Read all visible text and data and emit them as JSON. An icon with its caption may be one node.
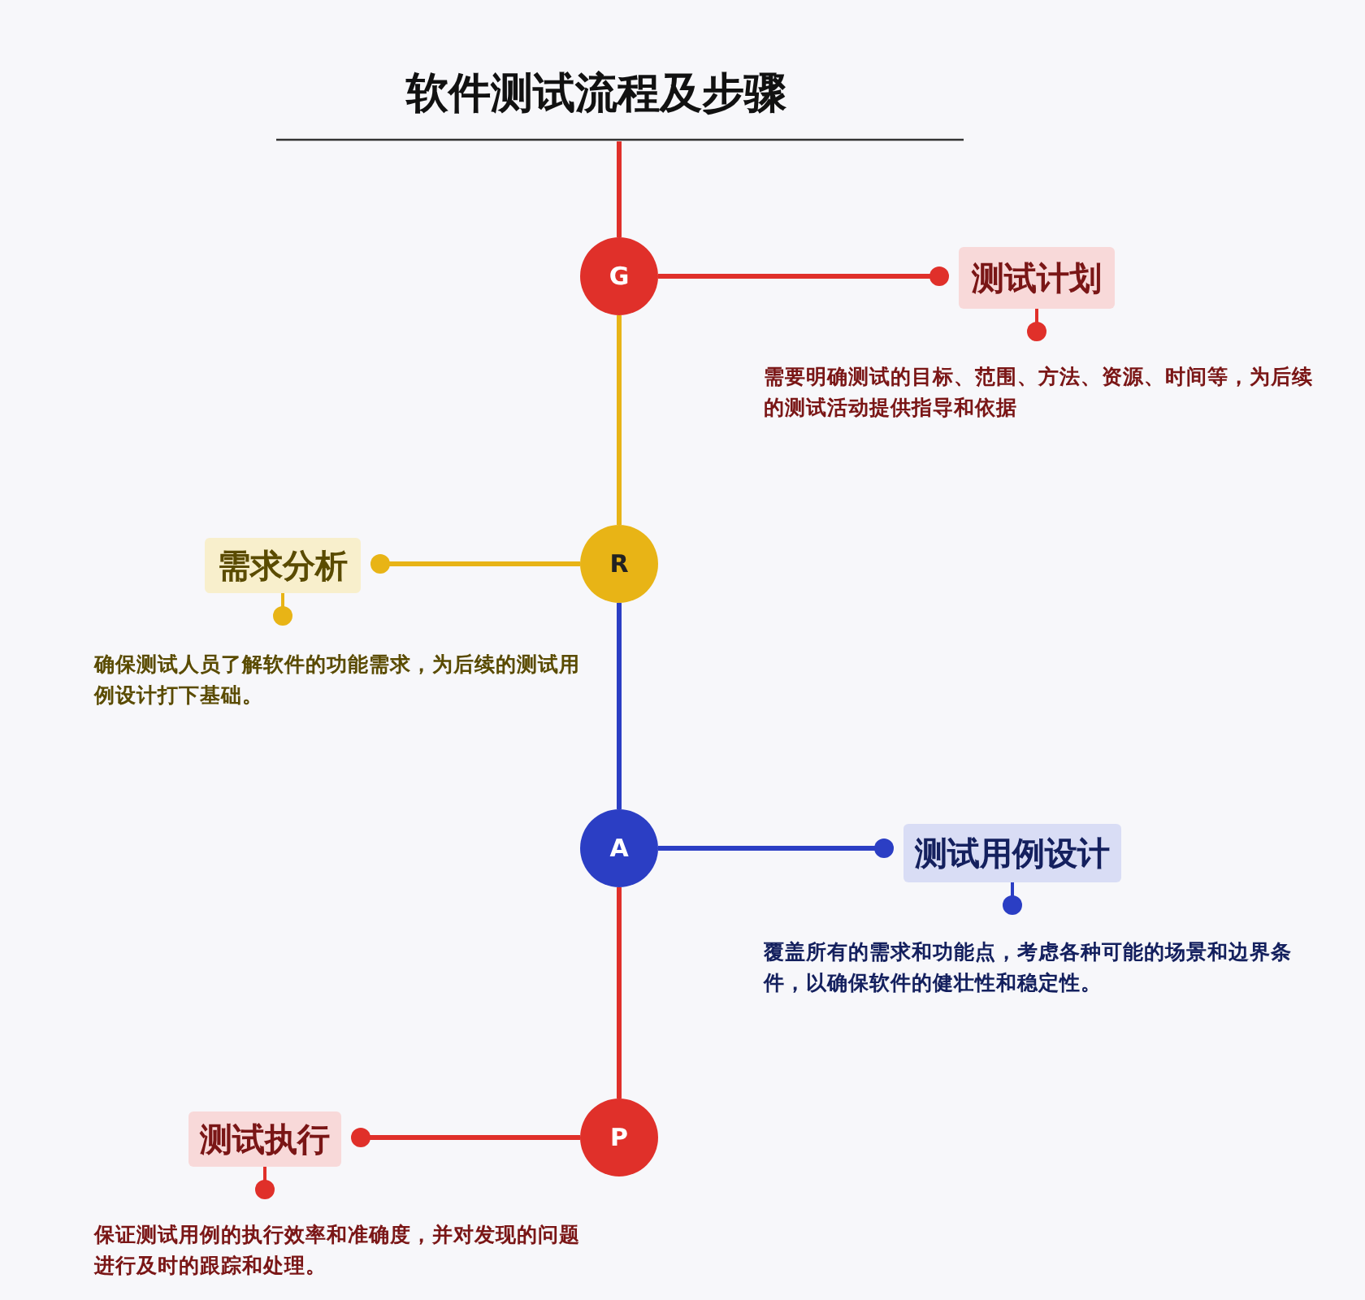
{
  "diagram": {
    "title": "软件测试流程及步骤",
    "nodes": [
      {
        "text": [
          "G"
        ]
      },
      {
        "text": [
          "测试计划"
        ],
        "beside": [
          "需要明确测试的目标、范围、方法、资源、时间等，为后续的测试活动提供指导和依据"
        ]
      },
      {
        "text": [
          "需求分析"
        ],
        "beside": [
          "确保测试人员了解软件的功能需求，为后续的测试用例设计打下基础。"
        ]
      },
      {
        "text": [
          "R"
        ]
      },
      {
        "text": [
          "A"
        ]
      },
      {
        "text": [
          "测试用例设计"
        ],
        "beside": [
          "覆盖所有的需求和功能点，考虑各种可能的场景和边界条件，以确保软件的健壮性和稳定性。"
        ]
      },
      {
        "text": [
          "测试执行"
        ],
        "beside": [
          "保证测试用例的执行效率和准确度，并对发现的问题进行及时的跟踪和处理。"
        ]
      },
      {
        "text": [
          "P"
        ]
      }
    ],
    "edges": [
      {
        "from": null,
        "to": 0,
        "arrow": "none"
      },
      {
        "from": 0,
        "to": 3,
        "arrow": "none",
        "color": "#e8b416"
      },
      {
        "from": 3,
        "to": 4,
        "arrow": "none",
        "color": "#2b3ec4"
      },
      {
        "from": 4,
        "to": 7,
        "arrow": "none"
      },
      {
        "from": 0,
        "to": 1,
        "arrow": "other"
      },
      {
        "from": 3,
        "to": 2,
        "arrow": "other",
        "color": "#e8b416"
      },
      {
        "from": 4,
        "to": 5,
        "arrow": "other",
        "color": "#2b3ec4"
      },
      {
        "from": 7,
        "to": 6,
        "arrow": "other"
      }
    ]
  }
}
